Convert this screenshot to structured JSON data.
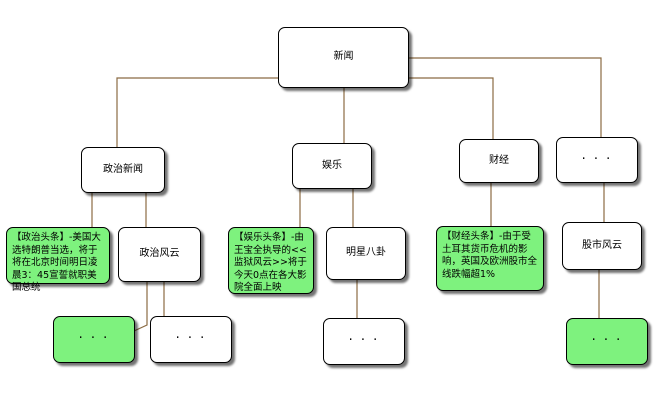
{
  "diagram": {
    "root": {
      "label": "新闻"
    },
    "politics": {
      "label": "政治新闻",
      "headline": "【政治头条】-美国大选特朗普当选，将于将在北京时间明日凌晨3：45宣誓就职美国总统",
      "sub": "政治风云",
      "more_a": "· · ·",
      "more_b": "· · ·"
    },
    "entertainment": {
      "label": "娱乐",
      "headline": "【娱乐头条】-由王宝全执导的<<监狱风云>>将于今天0点在各大影院全面上映",
      "sub": "明星八卦",
      "more": "· · ·"
    },
    "finance": {
      "label": "财经",
      "headline": "【财经头条】-由于受土耳其货币危机的影响，英国及欧洲股市全线跌幅超1%"
    },
    "other": {
      "label": "· · ·",
      "sub": "股市风云",
      "more": "· · ·"
    },
    "colors": {
      "link": "#8b6b43",
      "note": "#7ef27e",
      "border": "#000000"
    }
  }
}
